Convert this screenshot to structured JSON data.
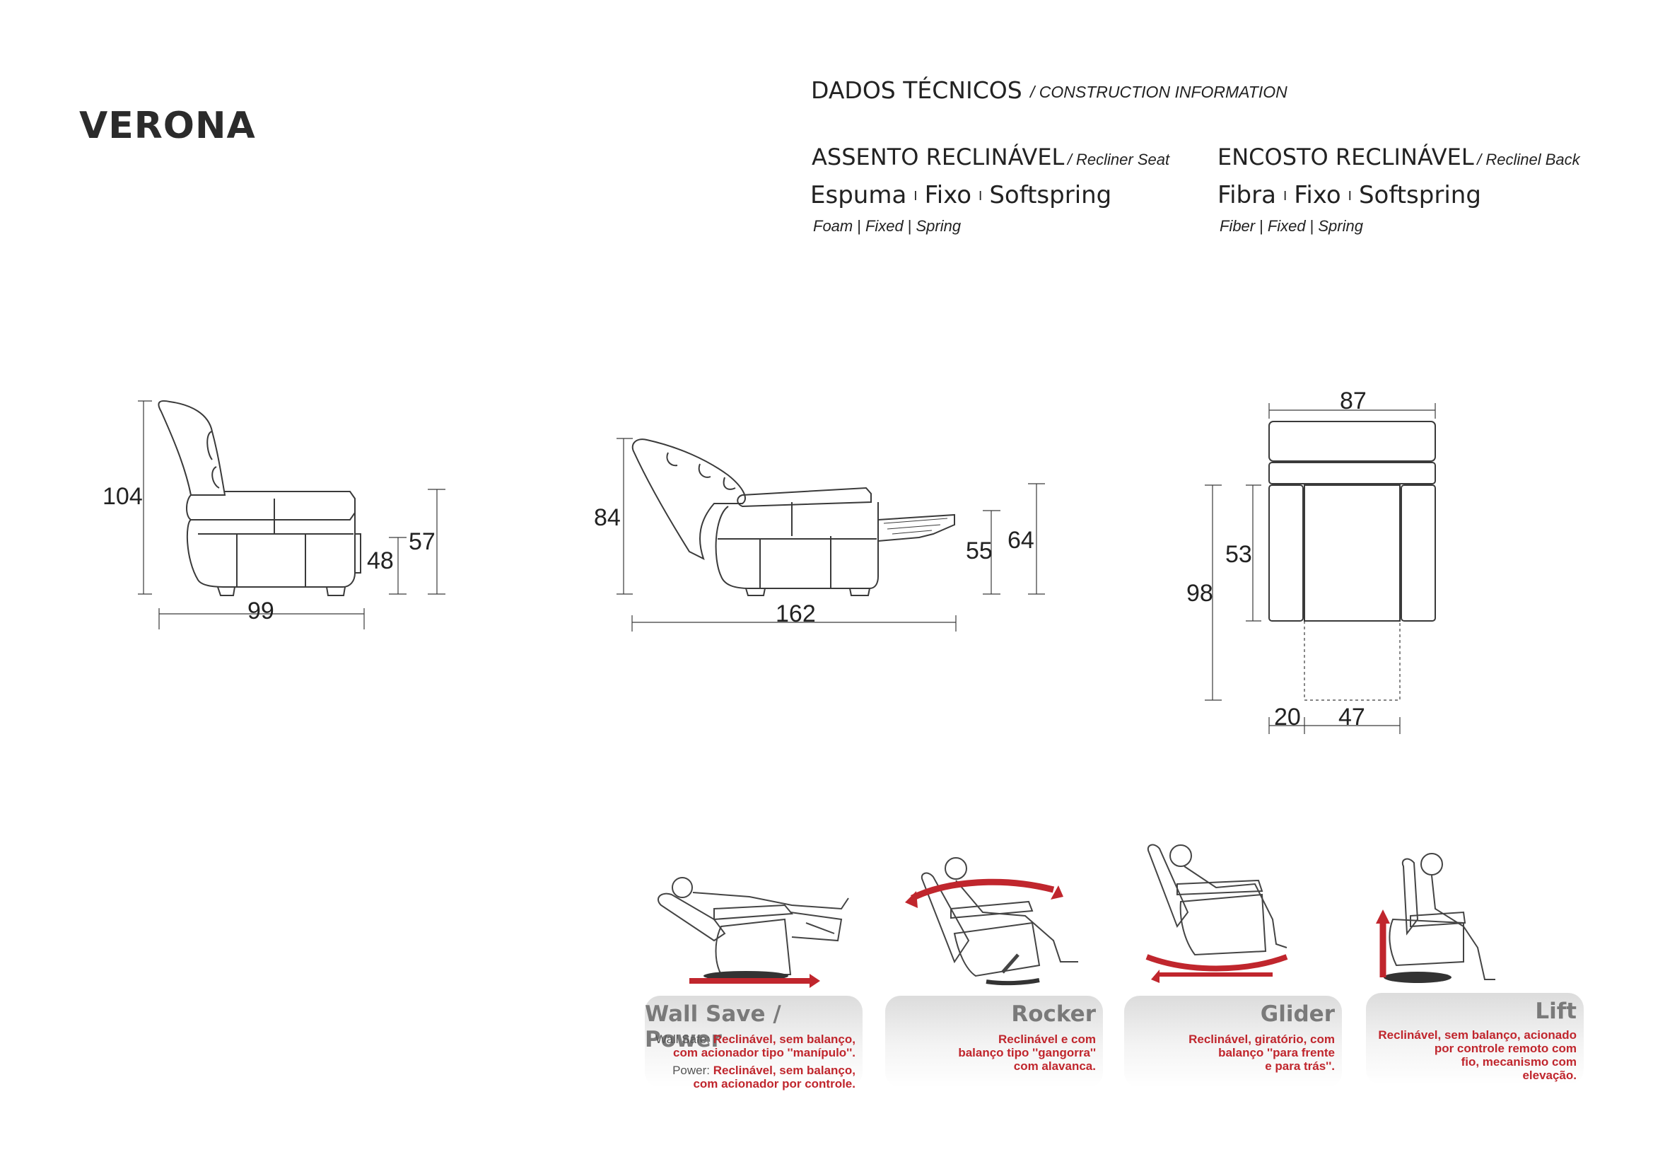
{
  "product_name": "VERONA",
  "header": {
    "title": "DADOS TÉCNICOS",
    "subtitle": "/ CONSTRUCTION INFORMATION"
  },
  "seat": {
    "title": "ASSENTO RECLINÁVEL",
    "title_en": "/ Recliner Seat",
    "materials": [
      "Espuma",
      "Fixo",
      "Softspring"
    ],
    "materials_en": [
      "Foam",
      "Fixed",
      "Spring"
    ]
  },
  "back": {
    "title": "ENCOSTO RECLINÁVEL",
    "title_en": "/ Reclinel Back",
    "materials": [
      "Fibra",
      "Fixo",
      "Softspring"
    ],
    "materials_en": [
      "Fiber",
      "Fixed",
      "Spring"
    ]
  },
  "dimensions": {
    "side_view": {
      "height": "104",
      "depth": "99",
      "seat_height": "48",
      "arm_height": "57"
    },
    "reclined_view": {
      "height": "84",
      "length": "162",
      "seat_height": "55",
      "arm_height": "64"
    },
    "front_view": {
      "width": "87",
      "seat_depth": "53",
      "total_depth": "98",
      "arm_width": "20",
      "footrest_width": "47"
    }
  },
  "mechanisms": [
    {
      "title": "Wall Save / Power",
      "desc_lines": [
        {
          "label": "Wall Safe: ",
          "text": "Reclinável, sem balanço,"
        },
        {
          "label": "",
          "text": "com acionador tipo ''manípulo''."
        },
        {
          "label": "Power: ",
          "text": "Reclinável, sem balanço,"
        },
        {
          "label": "",
          "text": "com acionador por controle."
        }
      ]
    },
    {
      "title": "Rocker",
      "desc_lines": [
        {
          "label": "",
          "text": "Reclinável e com"
        },
        {
          "label": "",
          "text": "balanço tipo ''gangorra''"
        },
        {
          "label": "",
          "text": "com alavanca."
        }
      ]
    },
    {
      "title": "Glider",
      "desc_lines": [
        {
          "label": "",
          "text": "Reclinável, giratório, com"
        },
        {
          "label": "",
          "text": "balanço ''para frente"
        },
        {
          "label": "",
          "text": "e para trás''."
        }
      ]
    },
    {
      "title": "Lift",
      "desc_lines": [
        {
          "label": "",
          "text": "Reclinável, sem balanço, acionado"
        },
        {
          "label": "",
          "text": "por controle remoto com"
        },
        {
          "label": "",
          "text": "fio, mecanismo com"
        },
        {
          "label": "",
          "text": "elevação."
        }
      ]
    }
  ],
  "colors": {
    "accent_red": "#c0262d",
    "line": "#3a3a3a",
    "card_title": "#7a7a7a"
  }
}
